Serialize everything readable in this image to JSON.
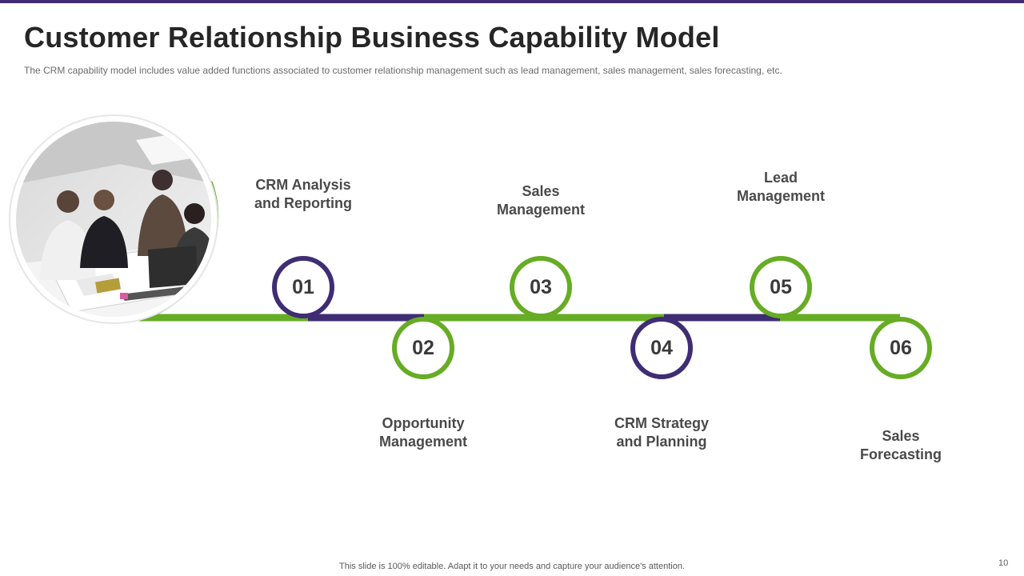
{
  "slide": {
    "title": "Customer Relationship Business Capability Model",
    "subtitle": "The CRM capability model includes value added functions associated to customer relationship management such as lead management, sales management, sales forecasting, etc.",
    "footer": "This slide is 100% editable. Adapt it to your needs and capture your audience's attention.",
    "page_number": "10"
  },
  "colors": {
    "green": "#66ac24",
    "purple": "#3f2d73"
  },
  "steps": [
    {
      "number": "01",
      "label_line1": "CRM Analysis",
      "label_line2": "and Reporting",
      "color": "purple"
    },
    {
      "number": "02",
      "label_line1": "Opportunity",
      "label_line2": "Management",
      "color": "green"
    },
    {
      "number": "03",
      "label_line1": "Sales",
      "label_line2": "Management",
      "color": "green"
    },
    {
      "number": "04",
      "label_line1": "CRM Strategy",
      "label_line2": "and Planning",
      "color": "purple"
    },
    {
      "number": "05",
      "label_line1": "Lead",
      "label_line2": "Management",
      "color": "green"
    },
    {
      "number": "06",
      "label_line1": "Sales",
      "label_line2": "Forecasting",
      "color": "green"
    }
  ]
}
